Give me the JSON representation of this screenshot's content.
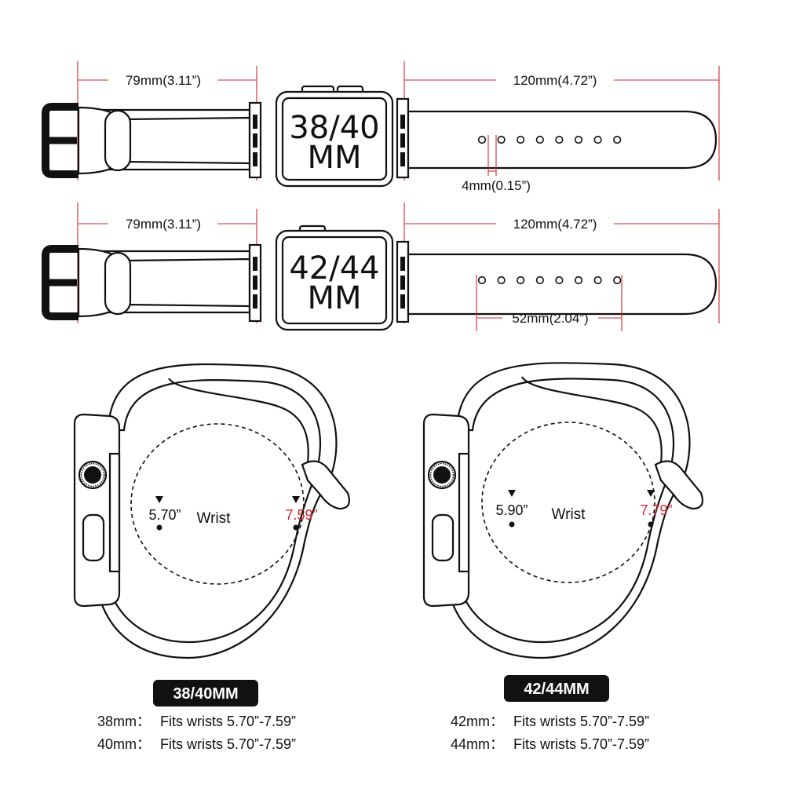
{
  "band_small": {
    "short_strap_length": "79mm(3.11”)",
    "long_strap_length": "120mm(4.72”)",
    "case_label_line1": "38/40",
    "case_label_line2": "MM",
    "hole_spacing": "4mm(0.15”)",
    "hole_count": 8
  },
  "band_large": {
    "short_strap_length": "79mm(3.11”)",
    "long_strap_length": "120mm(4.72”)",
    "case_label_line1": "42/44",
    "case_label_line2": "MM",
    "hole_span": "52mm(2.04”)",
    "hole_count": 8
  },
  "wrap_small": {
    "min": "5.70”",
    "max": "7.59”",
    "center_label": "Wrist",
    "badge": "38/40MM",
    "fits": [
      {
        "size": "38mm：",
        "text": "Fits wrists 5.70”-7.59”"
      },
      {
        "size": "40mm：",
        "text": "Fits wrists 5.70”-7.59”"
      }
    ]
  },
  "wrap_large": {
    "min": "5.90”",
    "max": "7.79”",
    "center_label": "Wrist",
    "badge": "42/44MM",
    "fits": [
      {
        "size": "42mm：",
        "text": "Fits wrists 5.70”-7.59”"
      },
      {
        "size": "44mm：",
        "text": "Fits wrists 5.70”-7.59”"
      }
    ]
  },
  "colors": {
    "accent_red": "#d6262c",
    "ink": "#111111",
    "badge_bg": "#111111"
  }
}
